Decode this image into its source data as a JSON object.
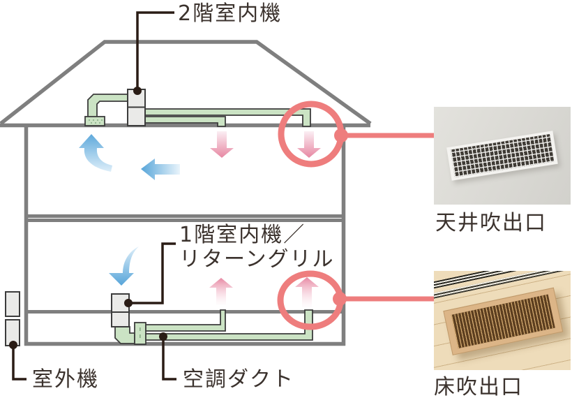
{
  "diagram": {
    "labels": {
      "unit_2f": "2階室内機",
      "unit_1f_line1": "1階室内機／",
      "unit_1f_line2": "リターングリル",
      "outdoor_unit": "室外機",
      "ac_duct": "空調ダクト"
    },
    "callouts": {
      "ceiling_outlet": "天井吹出口",
      "floor_outlet": "床吹出口"
    },
    "colors": {
      "house_line": "#7f7f7f",
      "duct_green": "#cbe3c4",
      "unit_gray": "#eaeae8",
      "leader_line": "#2a1c15",
      "supply_pink": "#e787a2",
      "return_blue": "#5aa6da",
      "accent_red": "#ee7d7d"
    }
  }
}
